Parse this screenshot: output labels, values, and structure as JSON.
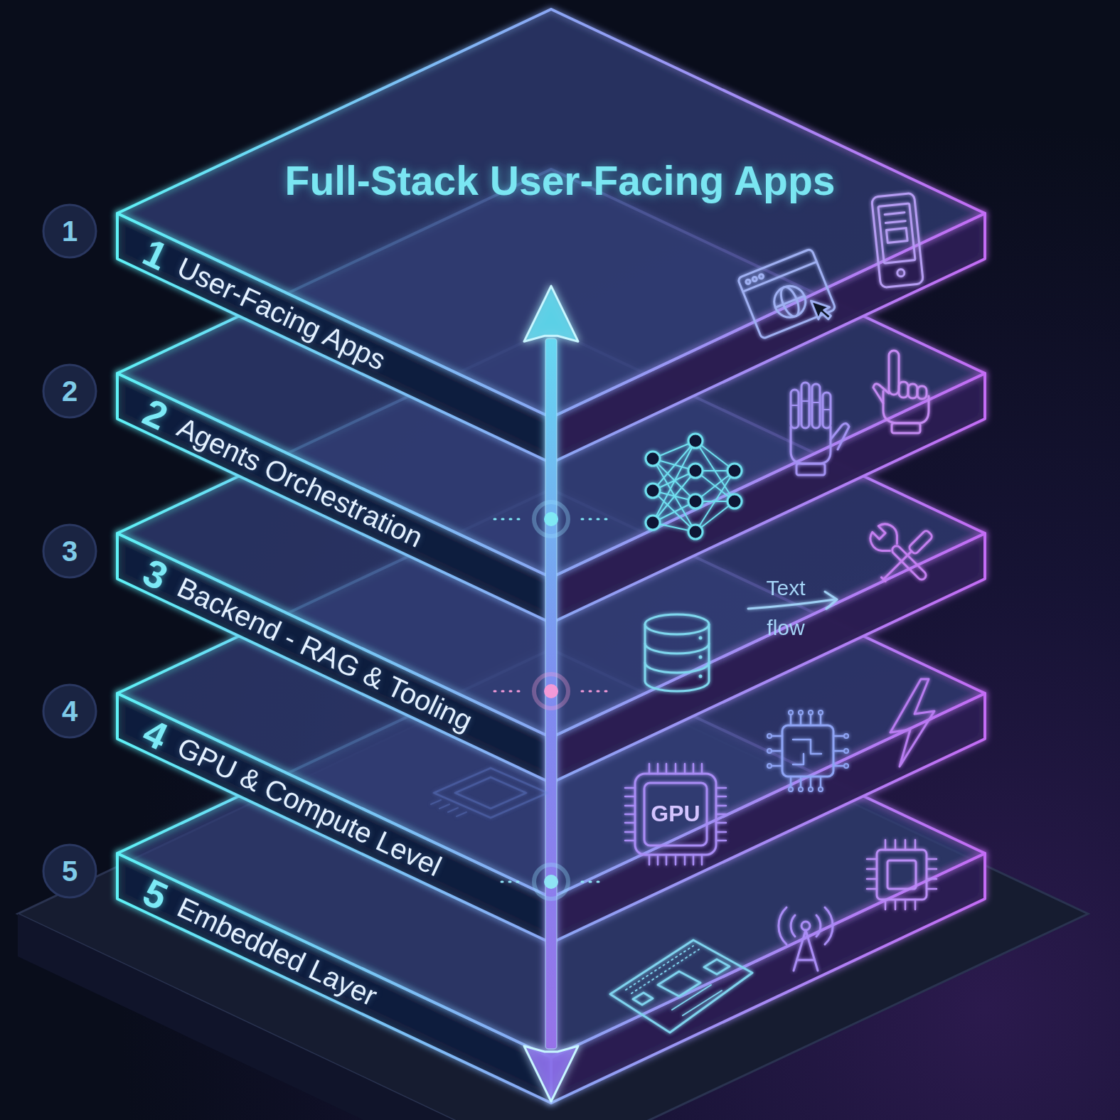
{
  "diagram": {
    "title": "Full-Stack User-Facing Apps",
    "nodes": [
      {
        "text": [
          "1",
          "User-Facing Apps"
        ]
      },
      {
        "text": [
          "2",
          "Agents Orchestration"
        ]
      },
      {
        "text": [
          "3",
          "Backend - RAG & Tooling"
        ]
      },
      {
        "text": [
          "4",
          "GPU & Compute Level"
        ]
      },
      {
        "text": [
          "5",
          "Embedded Layer"
        ]
      }
    ],
    "edges": [
      {
        "from": 0,
        "to": 4,
        "arrow": "both"
      }
    ],
    "labels": [
      "1",
      "2",
      "3",
      "4",
      "5",
      "Text flow",
      "GPU"
    ]
  }
}
